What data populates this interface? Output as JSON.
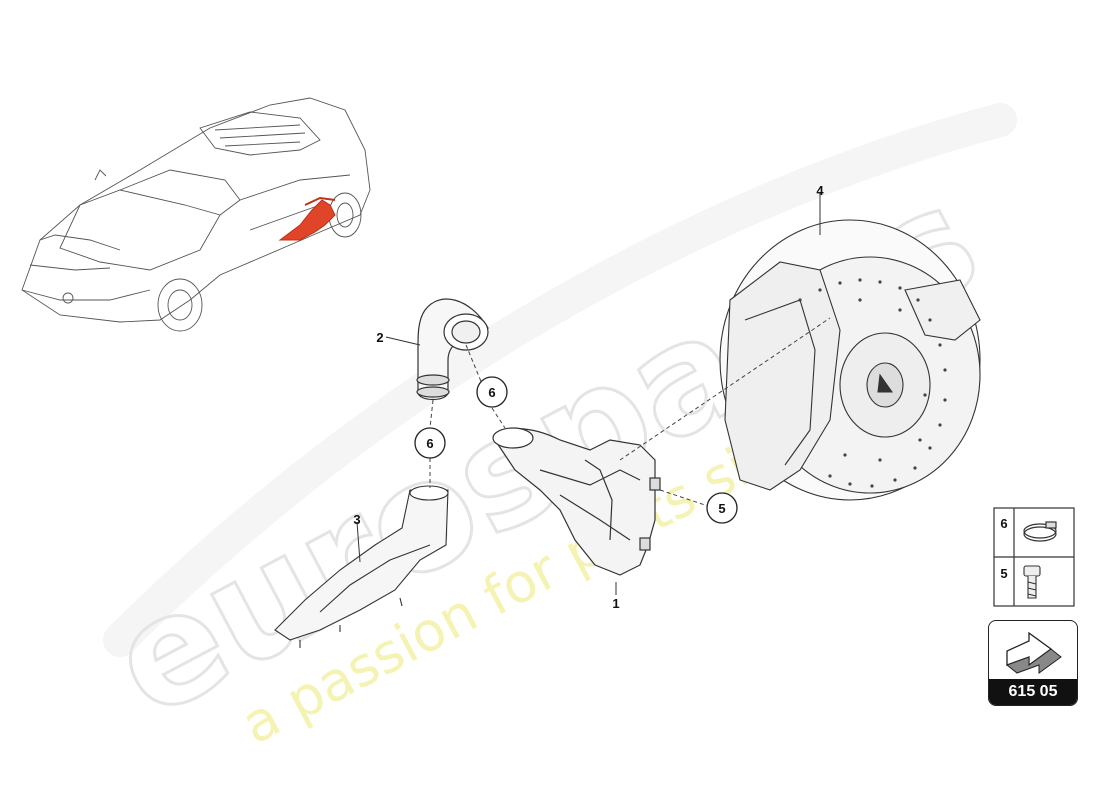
{
  "watermark": {
    "brand": "eurospares",
    "tagline": "a passion for parts since 1985"
  },
  "callouts": [
    {
      "id": "1",
      "label": "1"
    },
    {
      "id": "2",
      "label": "2"
    },
    {
      "id": "3",
      "label": "3"
    },
    {
      "id": "4",
      "label": "4"
    },
    {
      "id": "5",
      "label": "5"
    },
    {
      "id": "6a",
      "label": "6"
    },
    {
      "id": "6b",
      "label": "6"
    }
  ],
  "legend": [
    {
      "number": "6",
      "icon": "hose-clamp-icon"
    },
    {
      "number": "5",
      "icon": "bolt-icon"
    }
  ],
  "reference": {
    "code": "615 05",
    "icon": "arrow-reference-icon"
  },
  "colors": {
    "highlight": "#e0452a",
    "line": "#333333",
    "watermark_grey": "#e9e9e9",
    "watermark_yellow": "#f3f19a"
  }
}
